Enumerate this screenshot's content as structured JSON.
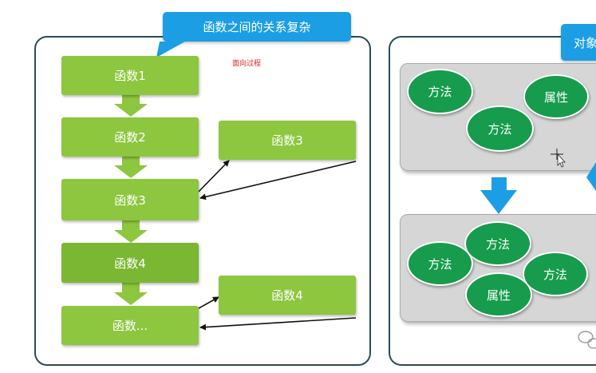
{
  "left_panel": {
    "title": "函数之间的关系复杂",
    "note": "面向过程",
    "boxes": {
      "f1": "函数1",
      "f2": "函数2",
      "f3": "函数3",
      "f4": "函数4",
      "f5": "函数...",
      "side_f3": "函数3",
      "side_f4": "函数4"
    }
  },
  "right_panel": {
    "title": "对象",
    "top_group": {
      "m1": "方法",
      "p1": "属性",
      "m2": "方法"
    },
    "bottom_group": {
      "m1": "方法",
      "m2": "方法",
      "m3": "方法",
      "p1": "属性"
    }
  },
  "colors": {
    "function_green": "#8dc63f",
    "callout_blue": "#1c9ee4",
    "oval_green": "#169c4c",
    "panel_border": "#2d4a58",
    "group_gray": "#d6d6d6"
  }
}
